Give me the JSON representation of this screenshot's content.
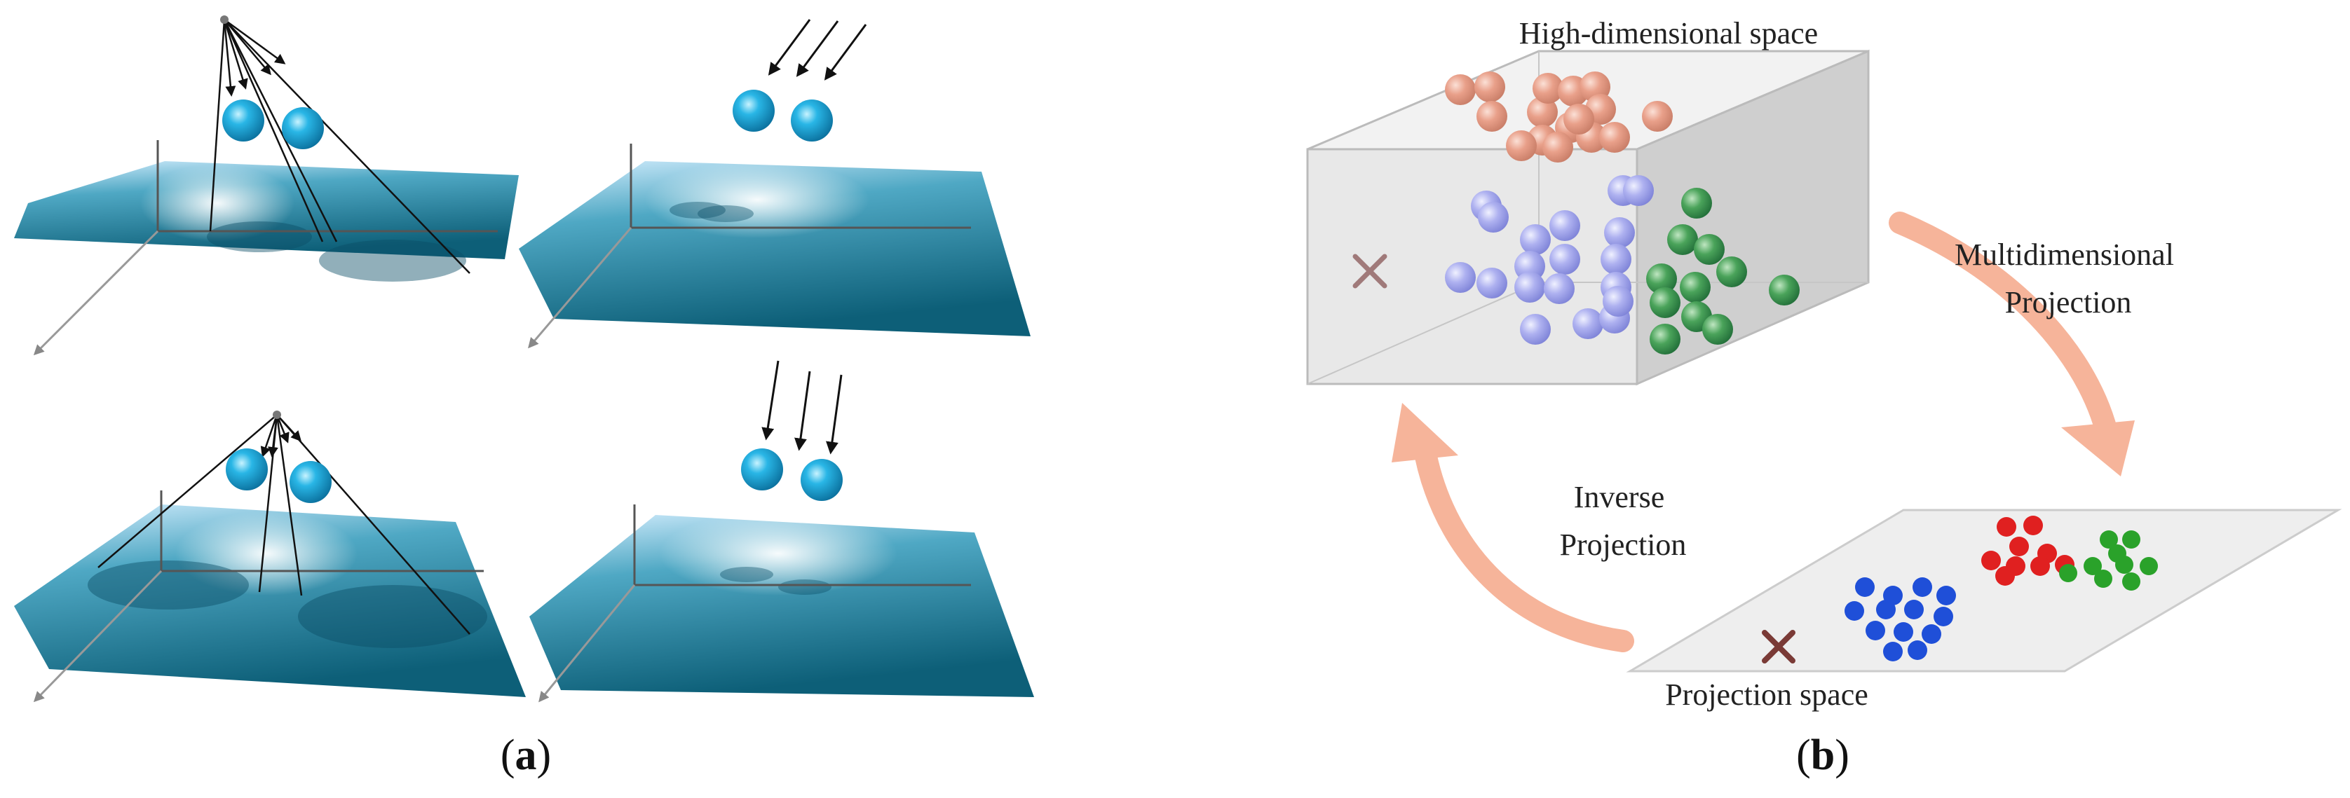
{
  "panel_a": {
    "caption": {
      "open": "(",
      "letter": "a",
      "close": ")"
    }
  },
  "panel_b": {
    "caption": {
      "open": "(",
      "letter": "b",
      "close": ")"
    },
    "high_dim_label": "High-dimensional space",
    "projection_label": [
      "Multidimensional",
      "Projection"
    ],
    "inverse_label": [
      "Inverse",
      "Projection"
    ],
    "projection_space_label": "Projection space"
  },
  "colors": {
    "sphere": "#1aa9d8",
    "plane": "#3a9db5",
    "cluster_orange": "#e59a85",
    "cluster_lavender": "#a9adee",
    "cluster_green": "#3e9a4c",
    "blue_2d": "#1f4fd8",
    "red_2d": "#e02020",
    "green_2d": "#2aa22a",
    "arrow": "#f6b49a",
    "marker_x": "#8c4a46"
  }
}
